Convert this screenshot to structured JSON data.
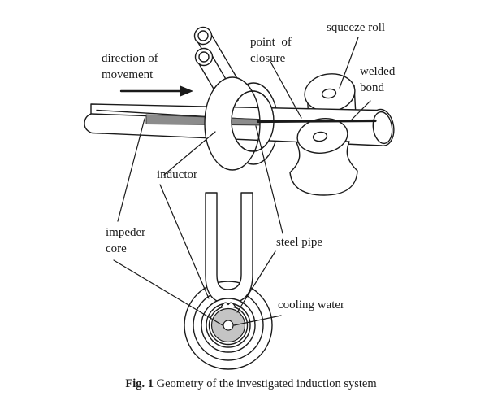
{
  "figure": {
    "caption_prefix": "Fig. 1",
    "caption_text": " Geometry of the investigated induction system",
    "labels": {
      "direction_of_movement": "direction of\nmovement",
      "point_of_closure": "point  of\nclosure",
      "squeeze_roll": "squeeze roll",
      "welded_bond": "welded\nbond",
      "inductor": "inductor",
      "impeder_core": "impeder\ncore",
      "steel_pipe": "steel pipe",
      "cooling_water": "cooling water"
    },
    "colors": {
      "line": "#1a1a1a",
      "impeder_strip_fill": "#8c8c8c",
      "impeder_core_fill": "#c4c4c4",
      "background": "#ffffff"
    }
  }
}
